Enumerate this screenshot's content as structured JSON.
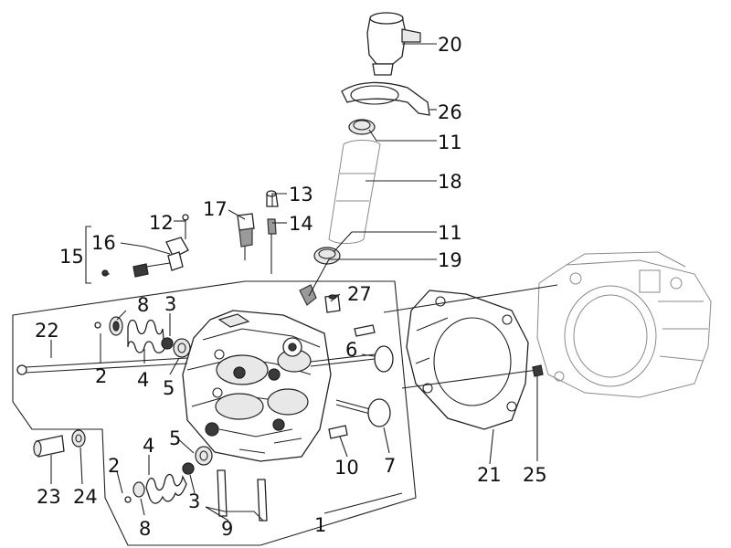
{
  "labels": {
    "n1": "1",
    "n2a": "2",
    "n2b": "2",
    "n3a": "3",
    "n3b": "3",
    "n4a": "4",
    "n4b": "4",
    "n5a": "5",
    "n5b": "5",
    "n6": "6",
    "n7": "7",
    "n8a": "8",
    "n8b": "8",
    "n9": "9",
    "n10": "10",
    "n11a": "11",
    "n11b": "11",
    "n12": "12",
    "n13": "13",
    "n14": "14",
    "n15": "15",
    "n16": "16",
    "n17": "17",
    "n18": "18",
    "n19": "19",
    "n20": "20",
    "n21": "21",
    "n22": "22",
    "n23": "23",
    "n24": "24",
    "n25": "25",
    "n26": "26",
    "n27": "27"
  }
}
